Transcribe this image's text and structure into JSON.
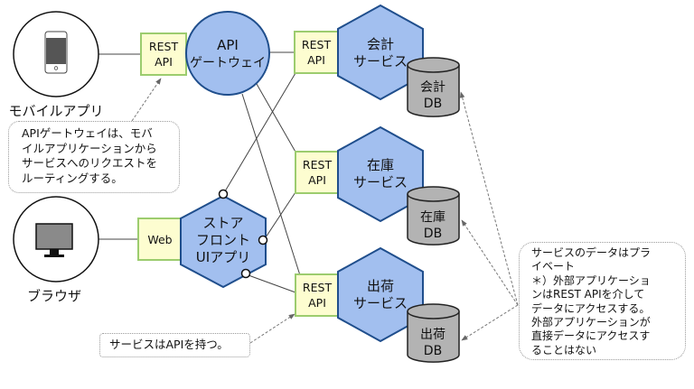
{
  "diagram": {
    "clients": {
      "mobile": {
        "label": "モバイルアプリ",
        "icon": "smartphone-icon"
      },
      "browser": {
        "label": "ブラウザ",
        "icon": "monitor-icon"
      }
    },
    "interfaces": {
      "gateway_rest": {
        "line1": "REST",
        "line2": "API"
      },
      "store_web": {
        "label": "Web"
      },
      "accounting_rest": {
        "line1": "REST",
        "line2": "API"
      },
      "inventory_rest": {
        "line1": "REST",
        "line2": "API"
      },
      "shipping_rest": {
        "line1": "REST",
        "line2": "API"
      }
    },
    "gateway": {
      "line1": "API",
      "line2": "ゲートウェイ"
    },
    "storefront": {
      "line1": "ストア",
      "line2": "フロント",
      "line3": "UIアプリ"
    },
    "services": {
      "accounting": {
        "line1": "会計",
        "line2": "サービス",
        "db_line1": "会計",
        "db_line2": "DB"
      },
      "inventory": {
        "line1": "在庫",
        "line2": "サービス",
        "db_line1": "在庫",
        "db_line2": "DB"
      },
      "shipping": {
        "line1": "出荷",
        "line2": "サービス",
        "db_line1": "出荷",
        "db_line2": "DB"
      }
    },
    "notes": {
      "gateway_note": {
        "lines": [
          "APIゲートウェイは、モバ",
          "イルアプリケーションから",
          "サービスへのリクエストを",
          "ルーティングする。"
        ]
      },
      "api_note": {
        "text": "サービスはAPIを持つ。"
      },
      "data_note": {
        "lines": [
          "サービスのデータはプラ",
          "イベート",
          "＊）外部アプリケーショ",
          "ンはREST APIを介して",
          "データにアクセスする。",
          "外部アプリケーションが",
          "直接データにアクセスす",
          "ることはない"
        ]
      }
    },
    "colors": {
      "service_fill": "#a2bfef",
      "service_stroke": "#1f4e8c",
      "interface_fill": "#fdfdd0",
      "interface_stroke": "#9ccc6e",
      "db_fill": "#b3b3b3",
      "db_stroke": "#222222",
      "connector_line": "#444444",
      "dashed_arrow": "#777777"
    }
  }
}
